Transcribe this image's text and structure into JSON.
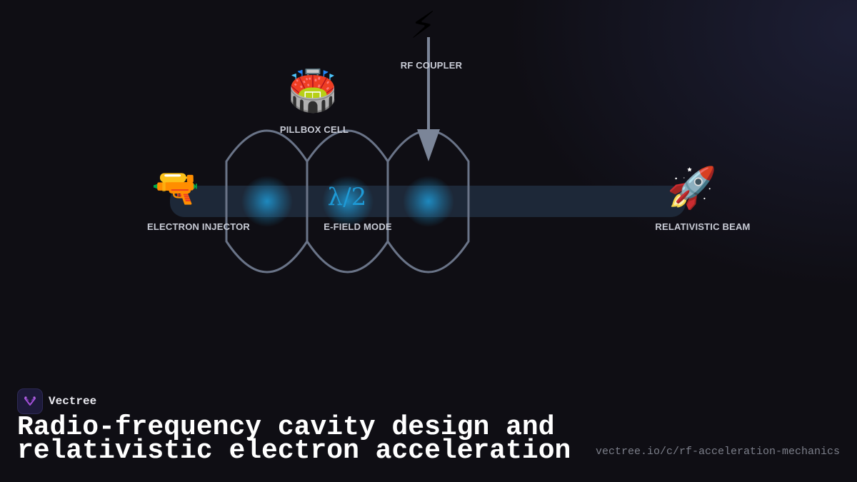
{
  "diagram": {
    "labels": {
      "rf_coupler": "RF COUPLER",
      "pillbox_cell": "PILLBOX CELL",
      "electron_injector": "ELECTRON INJECTOR",
      "efield_mode": "E-FIELD MODE",
      "relativistic_beam": "RELATIVISTIC BEAM"
    },
    "lambda_text": "λ/2",
    "icons": {
      "rf_coupler": "lightning-icon",
      "pillbox_cell": "stadium-icon",
      "electron_injector": "water-pistol-icon",
      "relativistic_beam": "rocket-icon"
    },
    "colors": {
      "cavity_stroke": "#6a7488",
      "beam_pipe": "#1f2a3a",
      "field_glow": "#1e9ad6",
      "arrow": "#7b8598"
    }
  },
  "brand": {
    "name": "Vectree"
  },
  "title": "Radio-frequency cavity design and relativistic electron acceleration",
  "url": "vectree.io/c/rf-acceleration-mechanics"
}
